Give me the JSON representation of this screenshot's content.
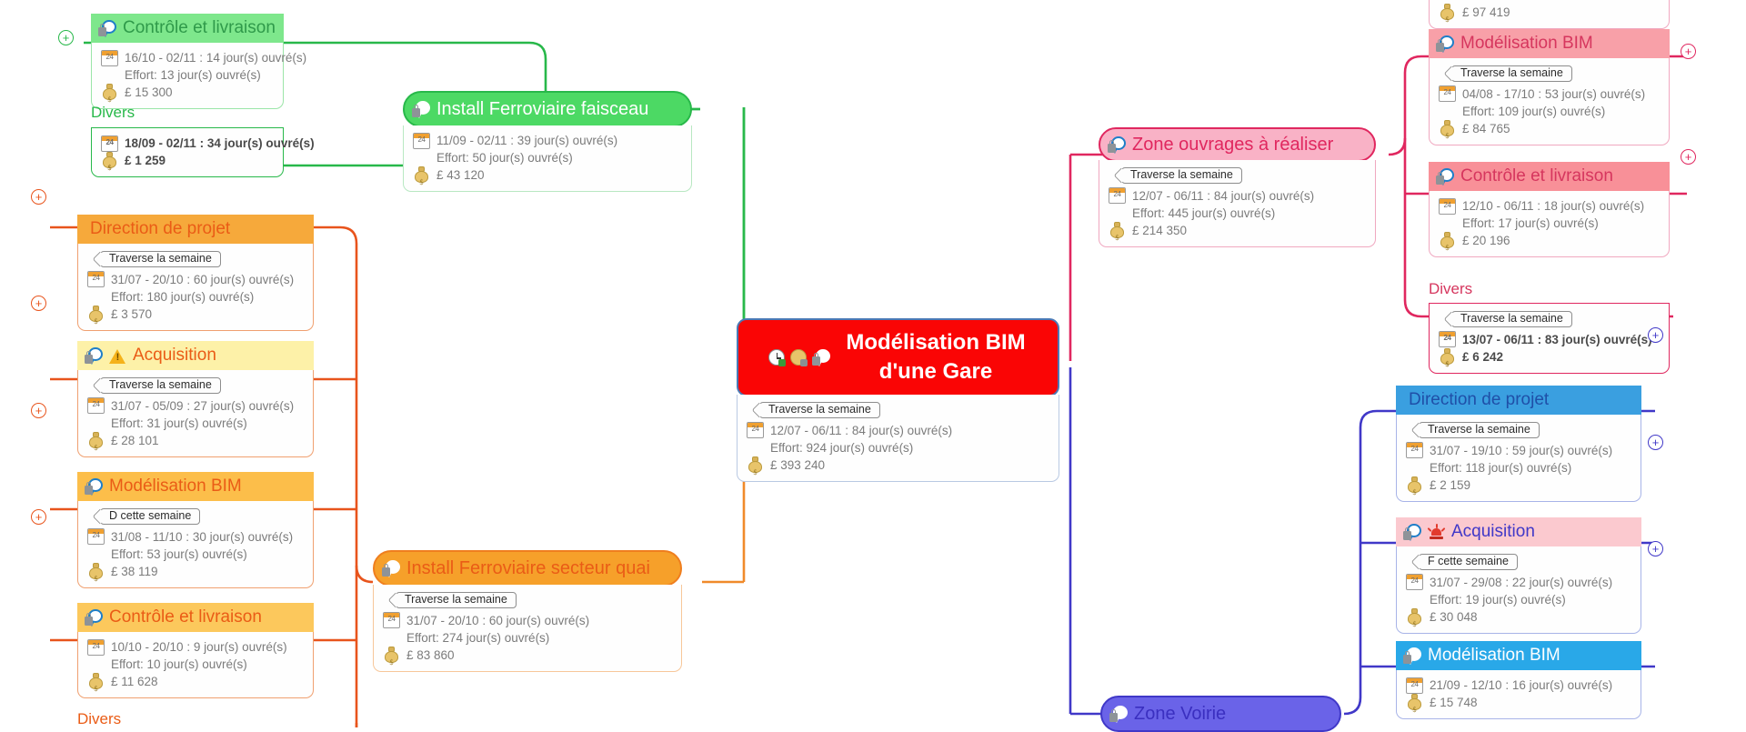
{
  "app": {
    "type": "mindmap",
    "view": "project-map"
  },
  "center": {
    "title_line1": "Modélisation BIM",
    "title_line2": "d'une Gare",
    "fill": "#fa0505",
    "text_color": "#ffffff",
    "border": "#4a79b5",
    "icons": [
      "clock-icon",
      "coin-icon",
      "balloon-lock-icon"
    ],
    "marker": "Traverse la semaine",
    "dates": "12/07 - 06/11 : 84 jour(s) ouvré(s)",
    "effort": "Effort: 924 jour(s) ouvré(s)",
    "cost": "£ 393 240"
  },
  "labels": {
    "divers": "Divers",
    "calendar_glyph": "24",
    "plus_glyph": "+"
  },
  "nodes": [
    {
      "id": "green-controle",
      "title": "Contrôle et livraison",
      "fill": "#7ee78c",
      "text_color": "#2f9a4a",
      "line": "#28b84a",
      "shape": "square",
      "icons": [
        "balloon-lock-icon"
      ],
      "marker": null,
      "dates": "16/10 - 02/11 : 14 jour(s) ouvré(s)",
      "effort": "Effort: 13 jour(s) ouvré(s)",
      "cost": "£ 15 300",
      "bold": false
    },
    {
      "id": "green-divers",
      "title": "Divers",
      "fill": null,
      "text_color": "#28b84a",
      "line": "#28b84a",
      "shape": "label",
      "icons": [],
      "marker": null,
      "dates": "18/09 - 02/11 : 34 jour(s) ouvré(s)",
      "effort": null,
      "cost": "£ 1 259",
      "bold": true
    },
    {
      "id": "green-install-faisceau",
      "title": "Install Ferroviaire faisceau",
      "fill": "#4cd964",
      "text_color": "#ffffff",
      "line": "#28b84a",
      "shape": "rounded",
      "icons": [
        "balloon-lock-icon"
      ],
      "marker": null,
      "dates": "11/09 - 02/11 : 39 jour(s) ouvré(s)",
      "effort": "Effort: 50 jour(s) ouvré(s)",
      "cost": "£ 43 120",
      "bold": false
    },
    {
      "id": "orange-direction",
      "title": "Direction de projet",
      "fill": "#f6a93b",
      "text_color": "#ea5c16",
      "line": "#e8541c",
      "shape": "square",
      "icons": [],
      "marker": "Traverse la semaine",
      "dates": "31/07 - 20/10 : 60 jour(s) ouvré(s)",
      "effort": "Effort: 180 jour(s) ouvré(s)",
      "cost": "£ 3 570",
      "bold": false
    },
    {
      "id": "orange-acquisition",
      "title": "Acquisition",
      "fill": "#fdf1a8",
      "text_color": "#ea5c16",
      "line": "#e8541c",
      "shape": "square",
      "icons": [
        "balloon-lock-icon",
        "warning-icon"
      ],
      "marker": "Traverse la semaine",
      "dates": "31/07 - 05/09 : 27 jour(s) ouvré(s)",
      "effort": "Effort: 31 jour(s) ouvré(s)",
      "cost": "£ 28 101",
      "bold": false
    },
    {
      "id": "orange-modelisation",
      "title": "Modélisation BIM",
      "fill": "#fcbe4a",
      "text_color": "#ea5c16",
      "line": "#e8541c",
      "shape": "square",
      "icons": [
        "balloon-lock-icon"
      ],
      "marker": "D cette semaine",
      "dates": "31/08 - 11/10 : 30 jour(s) ouvré(s)",
      "effort": "Effort: 53 jour(s) ouvré(s)",
      "cost": "£ 38 119",
      "bold": false
    },
    {
      "id": "orange-controle",
      "title": "Contrôle et livraison",
      "fill": "#fcc85c",
      "text_color": "#ea5c16",
      "line": "#e8541c",
      "shape": "square",
      "icons": [
        "balloon-lock-icon"
      ],
      "marker": null,
      "dates": "10/10 - 20/10 : 9 jour(s) ouvré(s)",
      "effort": "Effort: 10 jour(s) ouvré(s)",
      "cost": "£ 11 628",
      "bold": false
    },
    {
      "id": "orange-divers",
      "title": "Divers",
      "fill": null,
      "text_color": "#ea5c16",
      "line": "#e8541c",
      "shape": "label",
      "icons": [],
      "marker": null,
      "dates": null,
      "effort": null,
      "cost": null,
      "bold": false
    },
    {
      "id": "orange-install-quai",
      "title": "Install Ferroviaire secteur quai",
      "fill": "#f6a02a",
      "text_color": "#ea5c16",
      "line": "#f08a2a",
      "shape": "rounded",
      "icons": [
        "balloon-lock-icon"
      ],
      "marker": "Traverse la semaine",
      "dates": "31/07 - 20/10 : 60 jour(s) ouvré(s)",
      "effort": "Effort: 274 jour(s) ouvré(s)",
      "cost": "£ 83 860",
      "bold": false
    },
    {
      "id": "pink-zone-ouvrages",
      "title": "Zone ouvrages à réaliser",
      "fill": "#f9b2c6",
      "text_color": "#e0275f",
      "line": "#e0275f",
      "shape": "rounded",
      "icons": [
        "balloon-lock-icon"
      ],
      "marker": "Traverse la semaine",
      "dates": "12/07 - 06/11 : 84 jour(s) ouvré(s)",
      "effort": "Effort: 445 jour(s) ouvré(s)",
      "cost": "£ 214 350",
      "bold": false
    },
    {
      "id": "pink-top-partial",
      "title": "",
      "fill": null,
      "text_color": "#e0275f",
      "line": "#e0275f",
      "shape": "partial",
      "icons": [],
      "marker": null,
      "dates": null,
      "effort": null,
      "cost": "£ 97 419",
      "bold": false
    },
    {
      "id": "pink-modelisation",
      "title": "Modélisation BIM",
      "fill": "#f8a0a8",
      "text_color": "#d6365e",
      "line": "#e0275f",
      "shape": "square",
      "icons": [
        "balloon-lock-icon"
      ],
      "marker": "Traverse la semaine",
      "dates": "04/08 - 17/10 : 53 jour(s) ouvré(s)",
      "effort": "Effort: 109 jour(s) ouvré(s)",
      "cost": "£ 84 765",
      "bold": false
    },
    {
      "id": "pink-controle",
      "title": "Contrôle et livraison",
      "fill": "#f89098",
      "text_color": "#d6365e",
      "line": "#e0275f",
      "shape": "square",
      "icons": [
        "balloon-lock-icon"
      ],
      "marker": null,
      "dates": "12/10 - 06/11 : 18 jour(s) ouvré(s)",
      "effort": "Effort: 17 jour(s) ouvré(s)",
      "cost": "£ 20 196",
      "bold": false
    },
    {
      "id": "pink-divers",
      "title": "Divers",
      "fill": null,
      "text_color": "#d6365e",
      "line": "#e0275f",
      "shape": "label",
      "icons": [],
      "marker": "Traverse la semaine",
      "dates": "13/07 - 06/11 : 83 jour(s) ouvré(s)",
      "effort": null,
      "cost": "£ 6 242",
      "bold": true
    },
    {
      "id": "blue-direction",
      "title": "Direction de projet",
      "fill": "#3a9fe0",
      "text_color": "#1f4fa8",
      "line": "#4038c8",
      "shape": "square",
      "icons": [],
      "marker": "Traverse la semaine",
      "dates": "31/07 - 19/10 : 59 jour(s) ouvré(s)",
      "effort": "Effort: 118 jour(s) ouvré(s)",
      "cost": "£ 2 159",
      "bold": false
    },
    {
      "id": "blue-acquisition",
      "title": "Acquisition",
      "fill": "#fbc9cf",
      "text_color": "#4038c8",
      "line": "#4038c8",
      "shape": "square",
      "icons": [
        "balloon-lock-icon",
        "siren-icon"
      ],
      "marker": "F cette semaine",
      "dates": "31/07 - 29/08 : 22 jour(s) ouvré(s)",
      "effort": "Effort: 19 jour(s) ouvré(s)",
      "cost": "£ 30 048",
      "bold": false
    },
    {
      "id": "blue-modelisation",
      "title": "Modélisation BIM",
      "fill": "#29a8e8",
      "text_color": "#ffffff",
      "line": "#4038c8",
      "shape": "square",
      "icons": [
        "balloon-lock-icon"
      ],
      "marker": null,
      "dates": "21/09 - 12/10 : 16 jour(s) ouvré(s)",
      "effort": null,
      "cost": "£ 15 748",
      "bold": false
    },
    {
      "id": "blue-zone-voirie",
      "title": "Zone Voirie",
      "fill": "#6a63e8",
      "text_color": "#3a2fc0",
      "line": "#4038c8",
      "shape": "rounded",
      "icons": [
        "balloon-lock-icon"
      ],
      "marker": null,
      "dates": null,
      "effort": null,
      "cost": null,
      "bold": false
    }
  ]
}
